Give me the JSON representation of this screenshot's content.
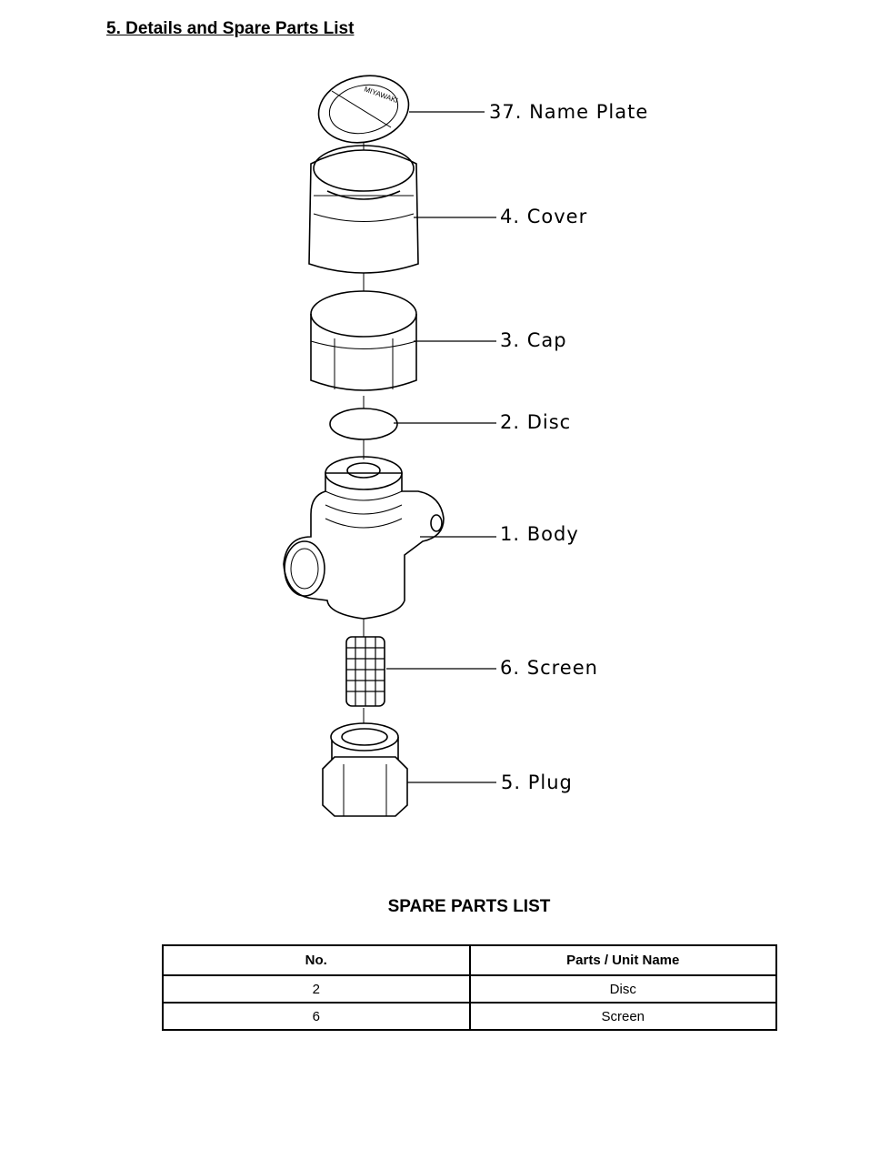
{
  "heading": "5. Details and Spare Parts List",
  "diagram": {
    "name_plate_logo": "MIYAWAKI",
    "labels": [
      {
        "no": "37.",
        "name": "Name Plate"
      },
      {
        "no": "4.",
        "name": "Cover"
      },
      {
        "no": "3.",
        "name": "Cap"
      },
      {
        "no": "2.",
        "name": "Disc"
      },
      {
        "no": "1.",
        "name": "Body"
      },
      {
        "no": "6.",
        "name": "Screen"
      },
      {
        "no": "5.",
        "name": "Plug"
      }
    ]
  },
  "spare_parts": {
    "title": "SPARE PARTS LIST",
    "headers": [
      "No.",
      "Parts / Unit Name"
    ],
    "rows": [
      [
        "2",
        "Disc"
      ],
      [
        "6",
        "Screen"
      ]
    ]
  }
}
